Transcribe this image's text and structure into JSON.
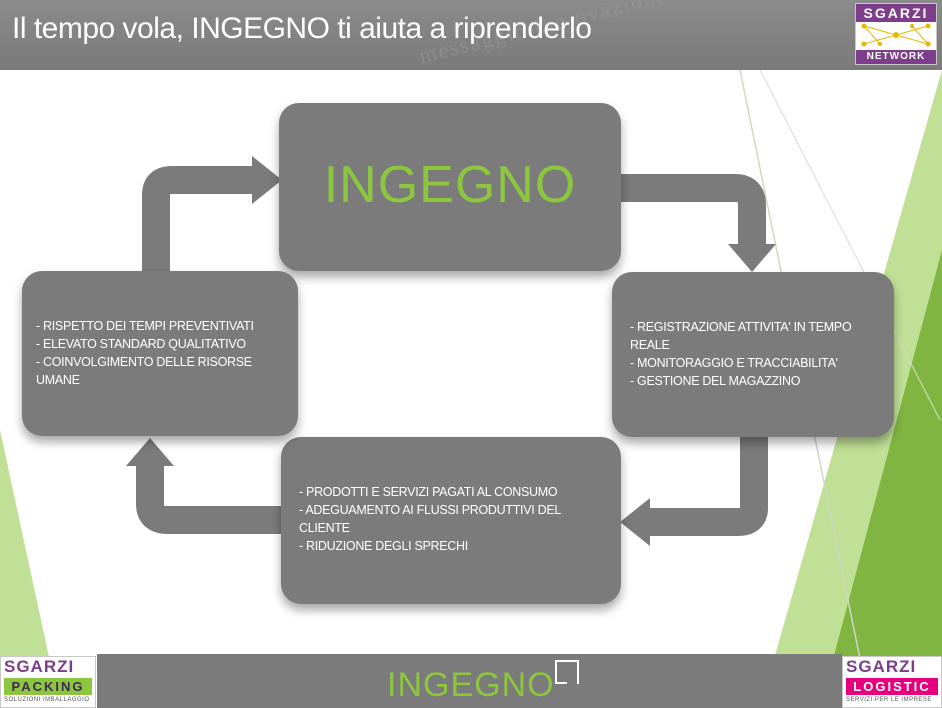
{
  "header": {
    "title": "Il tempo vola, INGEGNO ti aiuta a riprenderlo",
    "watermark_text": "messaggio inn ovazione"
  },
  "logos": {
    "network": {
      "top": "SGARZI",
      "bottom": "NETWORK"
    },
    "packing": {
      "word": "SGARZI",
      "band": "PACKING",
      "sub": "SOLUZIONI IMBALLAGGIO"
    },
    "logistic": {
      "word": "SGARZI",
      "band": "LOGISTIC",
      "sub": "SERVIZI PER LE IMPRESE"
    }
  },
  "cycle": {
    "main_label": "INGEGNO",
    "right_items": [
      "- REGISTRAZIONE ATTIVITA' IN TEMPO REALE",
      "- MONITORAGGIO E TRACCIABILITA'",
      "- GESTIONE DEL MAGAZZINO"
    ],
    "bottom_items": [
      "- PRODOTTI E SERVIZI PAGATI AL CONSUMO",
      "- ADEGUAMENTO AI FLUSSI PRODUTTIVI DEL CLIENTE",
      "- RIDUZIONE DEGLI SPRECHI"
    ],
    "left_items": [
      "- RISPETTO DEI TEMPI PREVENTIVATI",
      "- ELEVATO STANDARD QUALITATIVO",
      "- COINVOLGIMENTO DELLE RISORSE UMANE"
    ]
  },
  "footer": {
    "brand": "INGEGNO"
  },
  "colors": {
    "accent_green": "#8cc63f",
    "box_gray": "#7b7b7b",
    "brand_purple": "#7c3e8a",
    "brand_pink": "#e6007e"
  }
}
